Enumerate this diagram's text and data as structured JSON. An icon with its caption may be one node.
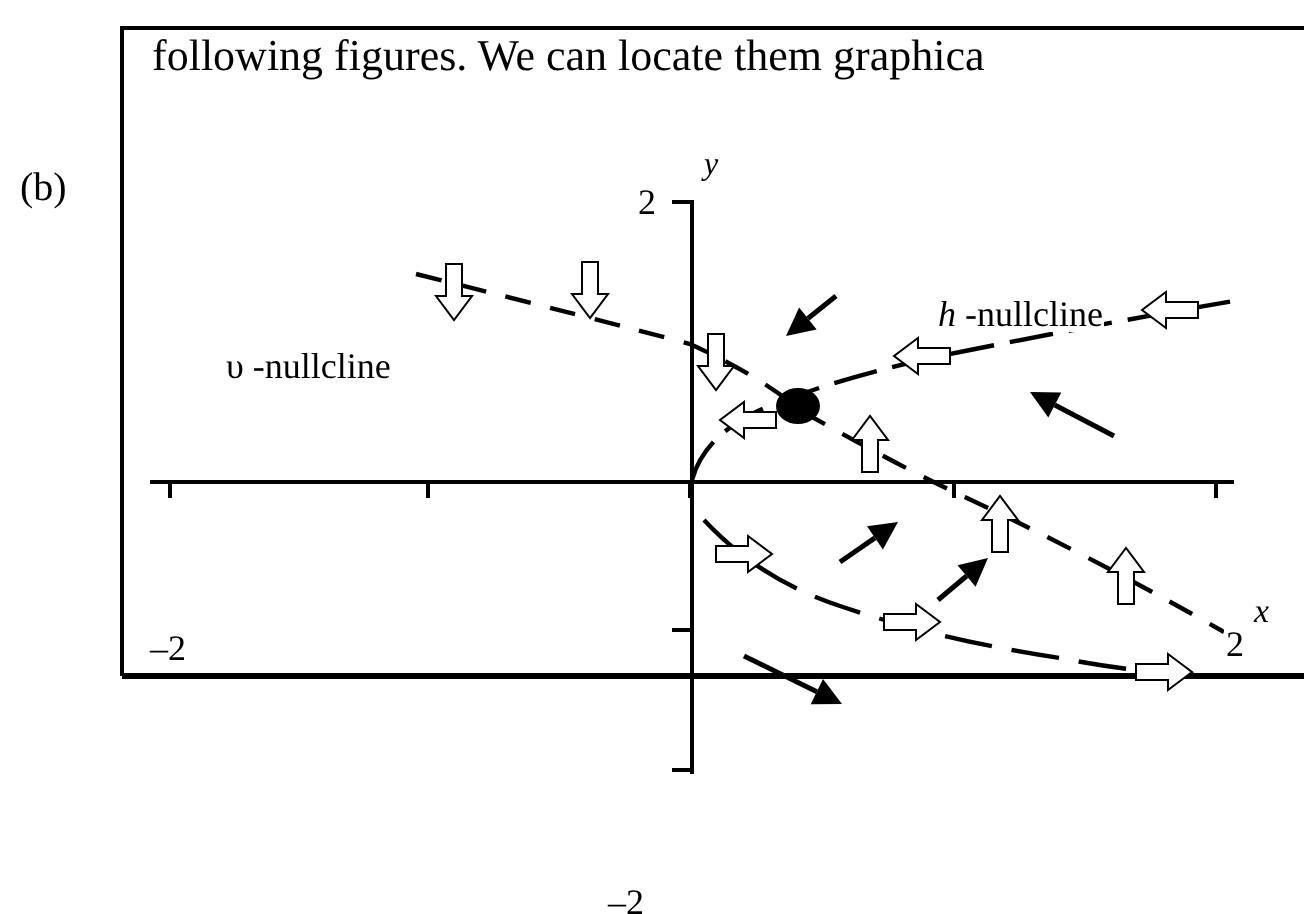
{
  "diagram": {
    "labels": [
      "following figures. We can locate them graphica",
      "(b)",
      "y",
      "2",
      "υ -nullcline",
      "*h* -nullcline",
      "x",
      "–2",
      "2",
      "–2"
    ]
  }
}
